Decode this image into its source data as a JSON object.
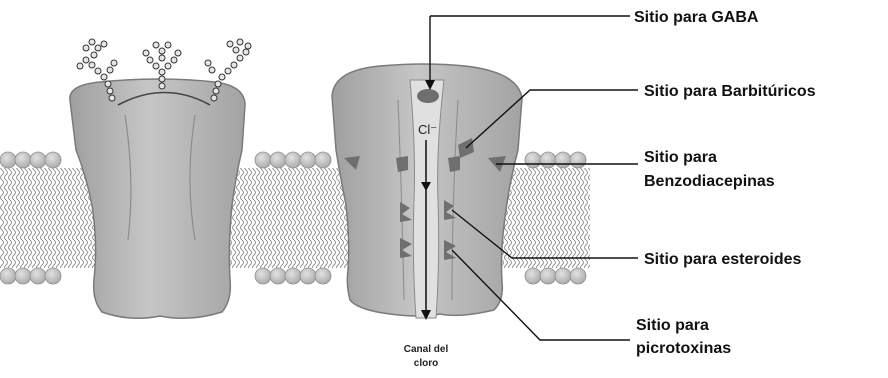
{
  "labels": {
    "gaba_site": "Sitio para GABA",
    "barbiturate_site": "Sitio para Barbitúricos",
    "benzo_site_line1": "Sitio para",
    "benzo_site_line2": "Benzodiacepinas",
    "steroid_site": "Sitio para esteroides",
    "picrotoxin_site_line1": "Sitio para",
    "picrotoxin_site_line2": "picrotoxinas",
    "chloride_ion": "Cl⁻",
    "channel_line1": "Canal del",
    "channel_line2": "cloro"
  },
  "colors": {
    "protein_fill": "#b9b9b9",
    "site_fill": "#6f6f6f",
    "lipid_head": "#c4c4c4",
    "line": "#111111"
  }
}
